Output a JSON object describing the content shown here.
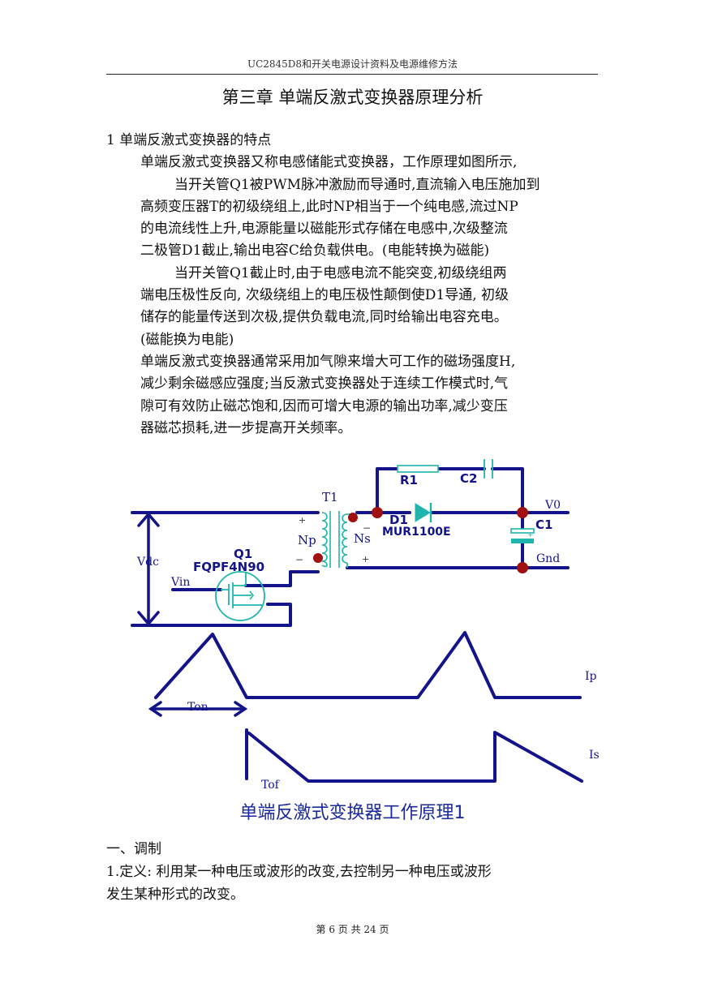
{
  "header": "UC2845D8和开关电源设计资料及电源维修方法",
  "title": "第三章  单端反激式变换器原理分析",
  "section1": {
    "heading": "1 单端反激式变换器的特点",
    "lines": [
      "单端反激式变换器又称电感储能式变换器，工作原理如图所示,",
      "当开关管Q1被PWM脉冲激励而导通时,直流输入电压施加到",
      "高频变压器T的初级绕组上,此时NP相当于一个纯电感,流过NP",
      "的电流线性上升,电源能量以磁能形式存储在电感中,次级整流",
      "二极管D1截止,输出电容C给负载供电。(电能转换为磁能)",
      "当开关管Q1截止时,由于电感电流不能突变,初级绕组两",
      "端电压极性反向, 次级绕组上的电压极性颠倒使D1导通, 初级",
      "储存的能量传送到次极,提供负载电流,同时给输出电容充电。",
      "(磁能换为电能)",
      "单端反激式变换器通常采用加气隙来增大可工作的磁场强度H,",
      "减少剩余磁感应强度;当反激式变换器处于连续工作模式时,气",
      "隙可有效防止磁芯饱和,因而可增大电源的输出功率,减少变压",
      "器磁芯损耗,进一步提高开关频率。"
    ]
  },
  "diagram": {
    "labels": {
      "t1": "T1",
      "r1": "R1",
      "c2": "C2",
      "d1": "D1",
      "d1_part": "MUR1100E",
      "v0": "V0",
      "c1": "C1",
      "gnd": "Gnd",
      "np": "Np",
      "ns": "Ns",
      "q1": "Q1",
      "q1_part": "FQPF4N90",
      "vdc": "Vdc",
      "vin": "Vin",
      "plus": "+",
      "minus": "−",
      "ip": "Ip",
      "ton": "Ton",
      "is": "Is",
      "tof": "Tof"
    },
    "colors": {
      "wire": "#13138a",
      "component": "#1fb5ad",
      "node": "#a01010",
      "text": "#13138a"
    }
  },
  "caption": "单端反激式变换器工作原理1",
  "section2": {
    "heading": "一、调制",
    "definition_line1": "1.定义:   利用某一种电压或波形的改变,去控制另一种电压或波形",
    "definition_line2": "发生某种形式的改变。"
  },
  "footer": "第 6 页 共 24 页"
}
